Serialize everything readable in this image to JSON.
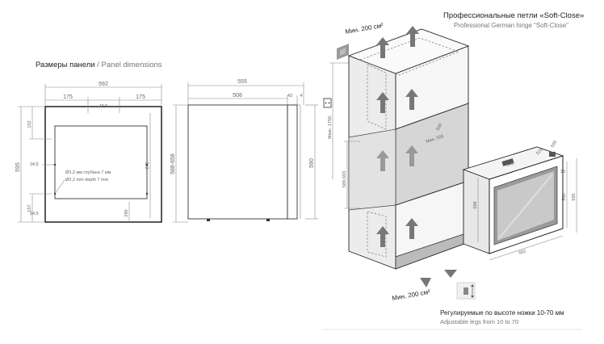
{
  "left": {
    "title_ru": "Размеры панели",
    "title_sep": "/",
    "title_en": "Panel dimensions",
    "front": {
      "width": "592",
      "left_margin": "175",
      "center": "49,5",
      "right_margin": "175",
      "top_offset": "152",
      "height": "595",
      "left_hole": "34,5",
      "right_hole": "275",
      "bottom_offset": "157",
      "bottom_hole": "54,5",
      "bottom_right": "290",
      "note_ru": "Ø3,2 мм глубина 7 мм",
      "note_en": "Ø3,2 mm depth 7 mm"
    },
    "side": {
      "total_width": "555",
      "depth": "508",
      "d1": "43",
      "d2": "4",
      "height_range": "588-658",
      "height": "590"
    }
  },
  "right": {
    "title_ru": "Профессиональные петли «Soft-Close»",
    "title_en": "Professional German hinge “Soft-Close”",
    "min_top": "Мин. 200 см²",
    "min_bottom": "Мин. 200 см²",
    "max_height": "Макс. 1750",
    "niche_range": "589-593",
    "niche_min": "Мин. 555",
    "niche_560": "560",
    "appliance": {
      "width": "545",
      "depth": "555",
      "d_525": "525",
      "d_20": "20",
      "h_588": "588",
      "h_530": "530",
      "h_595": "595",
      "w_592": "592"
    },
    "caption_ru": "Регулируемые по высоте ножки 10-70 мм",
    "caption_en": "Adjustable legs from 10 to 70"
  }
}
